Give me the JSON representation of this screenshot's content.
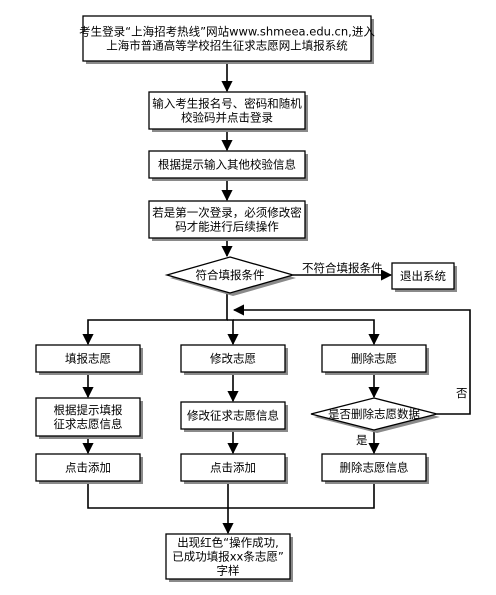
{
  "nodes": {
    "start": [
      "考生登录“上海招考热线”网站www.shmeea.edu.cn,进入",
      "上海市普通高等学校招生征求志愿网上填报系统"
    ],
    "login": [
      "输入考生报名号、密码和随机",
      "校验码并点击登录"
    ],
    "verify": [
      "根据提示输入其他校验信息"
    ],
    "first_login": [
      "若是第一次登录，必须修改密",
      "码才能进行后续操作"
    ],
    "condition": [
      "符合填报条件"
    ],
    "exit": [
      "退出系统"
    ],
    "fill": [
      "填报志愿"
    ],
    "modify": [
      "修改志愿"
    ],
    "delete": [
      "删除志愿"
    ],
    "fill_info": [
      "根据提示填报",
      "征求志愿信息"
    ],
    "modify_info": [
      "修改征求志愿信息"
    ],
    "delete_check": [
      "是否删除志愿数据"
    ],
    "fill_add": [
      "点击添加"
    ],
    "modify_add": [
      "点击添加"
    ],
    "delete_info": [
      "删除志愿信息"
    ],
    "result": [
      "出现红色“操作成功,",
      "已成功填报xx条志愿”",
      "字样"
    ]
  },
  "edge_labels": {
    "not_eligible": "不符合填报条件",
    "no": "否",
    "yes": "是"
  },
  "colors": {
    "box_fill": "#ffffff",
    "stroke": "#000000",
    "shadow": "#8a8a8a",
    "text": "#000000"
  }
}
